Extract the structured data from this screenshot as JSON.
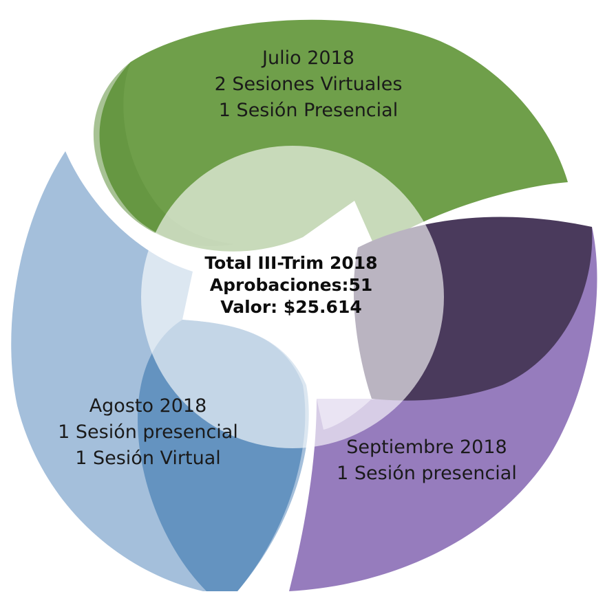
{
  "center": {
    "line1": "Total III-Trim 2018",
    "line2": "Aprobaciones:51",
    "line3": "Valor: $25.614"
  },
  "segments": [
    {
      "key": "julio",
      "lines": [
        "Julio 2018",
        "2 Sesiones Virtuales",
        "1 Sesión Presencial"
      ],
      "color": "#6f9f4a"
    },
    {
      "key": "agosto",
      "lines": [
        "Agosto 2018",
        "1 Sesión presencial",
        "1 Sesión Virtual"
      ],
      "color": "#8fb0d2"
    },
    {
      "key": "septiembre",
      "lines": [
        "Septiembre 2018",
        "1 Sesión presencial"
      ],
      "color": "#9a7fc0"
    }
  ],
  "colors": {
    "green": "#6f9f4a",
    "green_dark": "#5f8f3d",
    "blue_light": "#a4bfdb",
    "blue": "#6493c0",
    "purple": "#967cbd",
    "purple_dark": "#4a3a5c",
    "center_fill": "#ffffff"
  }
}
